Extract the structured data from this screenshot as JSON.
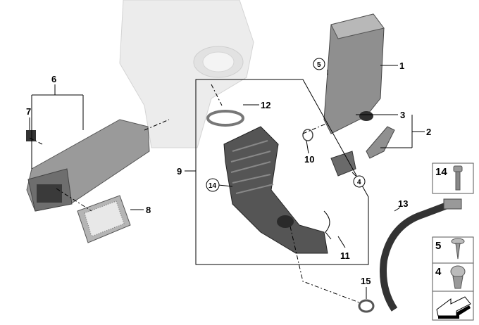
{
  "callouts": {
    "p1": "1",
    "p2": "2",
    "p3": "3",
    "p4": "4",
    "p5": "5",
    "p6": "6",
    "p7": "7",
    "p8": "8",
    "p9": "9",
    "p10": "10",
    "p11": "11",
    "p12": "12",
    "p13": "13",
    "p14": "14",
    "p15": "15"
  },
  "circled": {
    "c4": "4",
    "c5": "5",
    "c14": "14"
  },
  "insets": {
    "i14": "14",
    "i5": "5",
    "i4": "4"
  },
  "colors": {
    "part": "#8a8a8a",
    "part_dark": "#4a4a4a",
    "ghost": "#e6e6e6"
  }
}
